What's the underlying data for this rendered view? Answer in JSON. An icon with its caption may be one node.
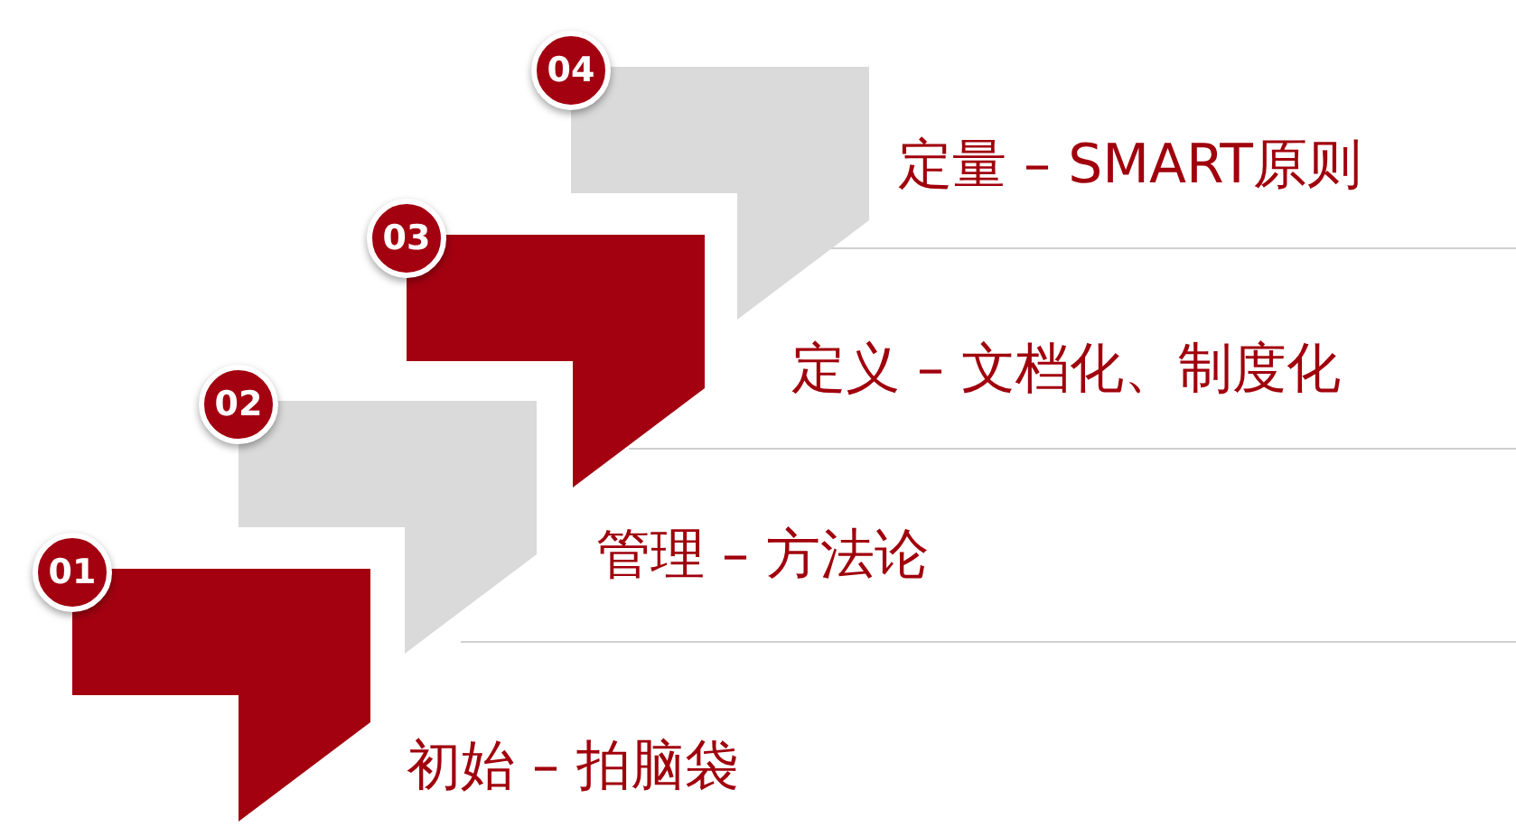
{
  "diagram": {
    "nodes": [
      {
        "text": [
          "01",
          "初始 – 拍脑袋"
        ]
      },
      {
        "text": [
          "02",
          "管理 – 方法论"
        ]
      },
      {
        "text": [
          "03",
          "定义 – 文档化、制度化"
        ]
      },
      {
        "text": [
          "04",
          "定量 – SMART原则"
        ]
      }
    ]
  }
}
